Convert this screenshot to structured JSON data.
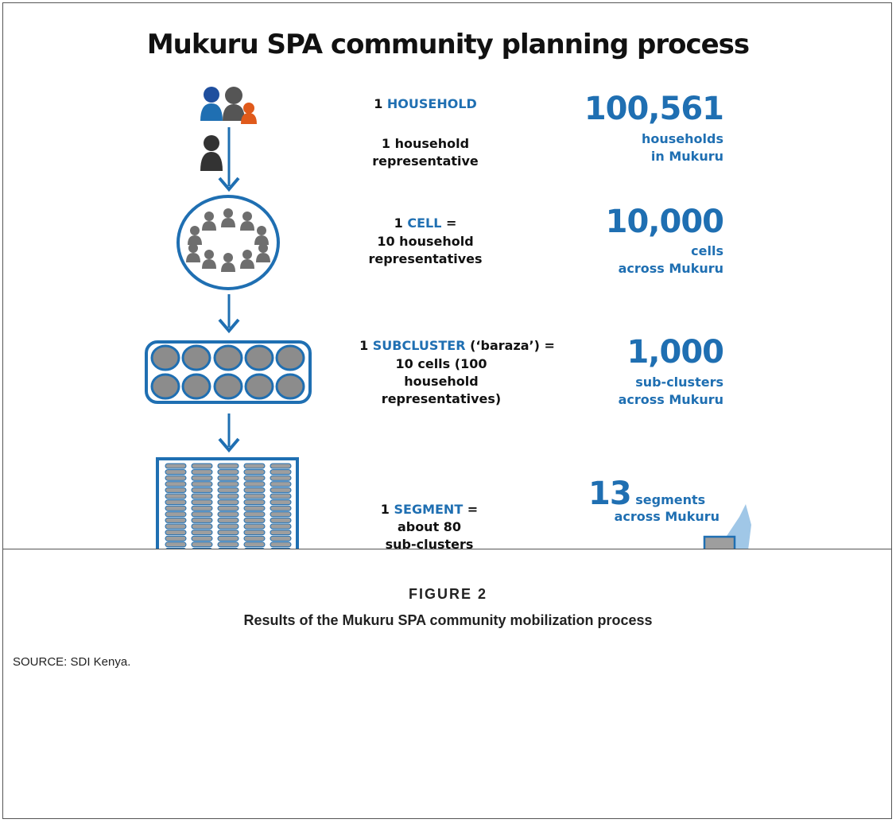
{
  "title": "Mukuru SPA community planning process",
  "colors": {
    "blue": "#1f6fb2",
    "grey": "#8c8c8c",
    "dark": "#333333",
    "orange": "#e05a1b"
  },
  "rows": [
    {
      "icon": "household-people-icon",
      "label_prefix": "1 ",
      "label_key": "HOUSEHOLD",
      "label_rest": "",
      "description": [
        "1 household",
        "representative"
      ],
      "big_number": "100,561",
      "sub_lines": [
        "households",
        "in Mukuru"
      ]
    },
    {
      "icon": "cell-circle-icon",
      "label_prefix": "1 ",
      "label_key": "CELL",
      "label_rest": " =",
      "description": [
        "10 household",
        "representatives"
      ],
      "big_number": "10,000",
      "sub_lines": [
        "cells",
        "across Mukuru"
      ]
    },
    {
      "icon": "subcluster-grid-icon",
      "label_prefix": "1 ",
      "label_key": "SUBCLUSTER",
      "label_rest": " (‘baraza’) =",
      "description": [
        "10 cells (100",
        "household",
        "representatives)"
      ],
      "big_number": "1,000",
      "sub_lines": [
        "sub-clusters",
        "across Mukuru"
      ]
    },
    {
      "icon": "segment-grid-icon",
      "label_prefix": "1 ",
      "label_key": "SEGMENT",
      "label_rest": " =",
      "description": [
        "about 80",
        "sub-clusters"
      ],
      "big_number": "13",
      "big_suffix": "segments",
      "sub_lines": [
        "across Mukuru"
      ]
    }
  ],
  "figure": {
    "label": "FIGURE 2",
    "caption": "Results of the Mukuru SPA community mobilization process",
    "source": "SOURCE: SDI Kenya."
  }
}
